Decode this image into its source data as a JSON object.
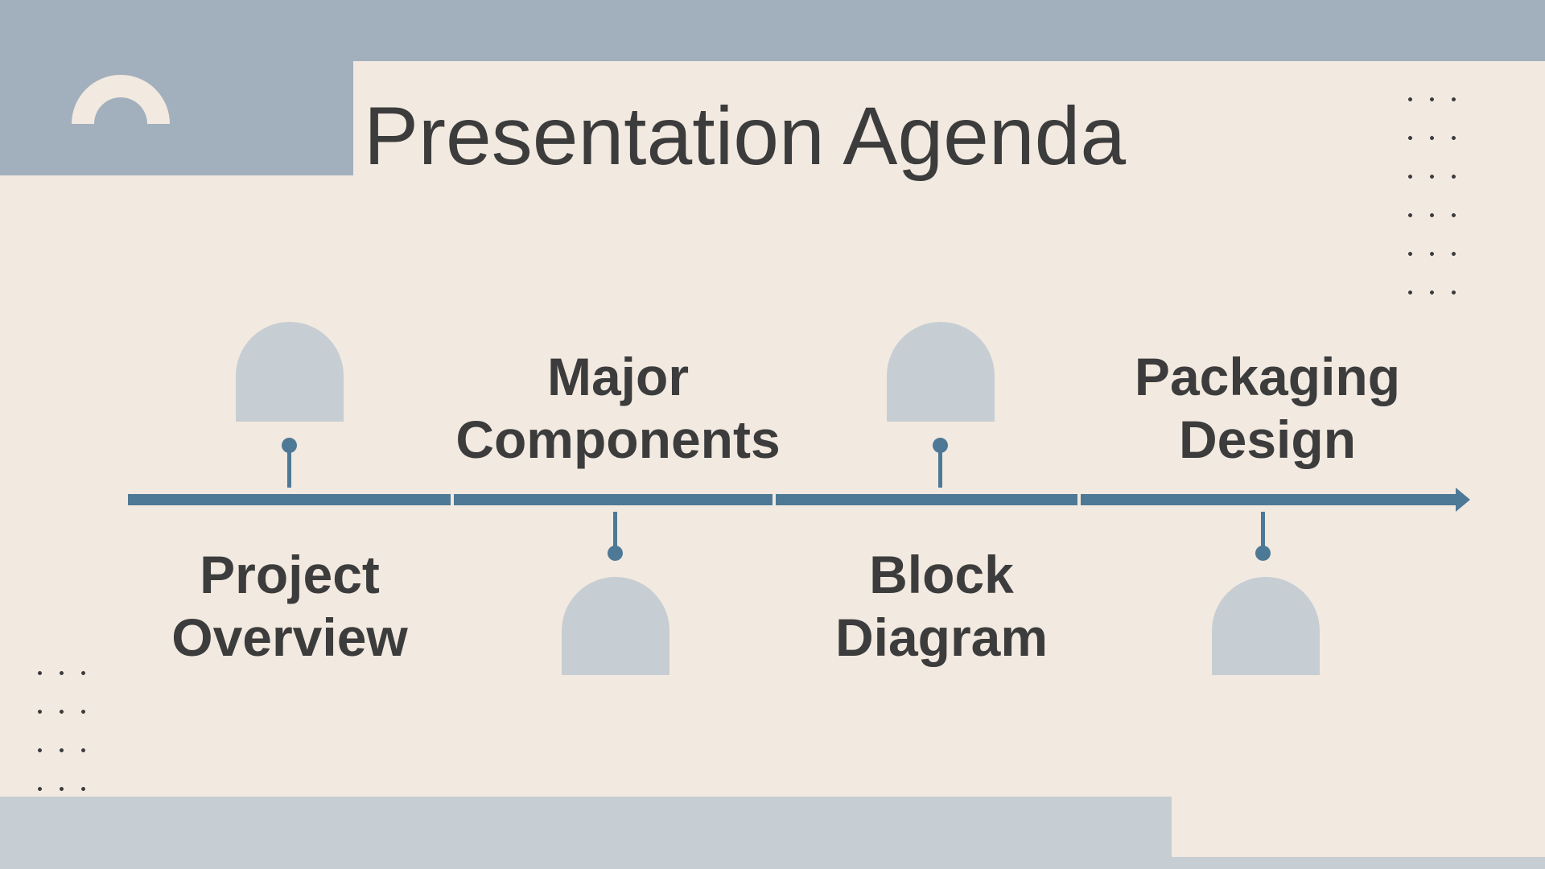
{
  "slide": {
    "title": "Presentation Agenda"
  },
  "agenda": {
    "items": [
      {
        "label": "Project Overview",
        "lines": [
          "Project",
          "Overview"
        ],
        "label_position": "below-timeline"
      },
      {
        "label": "Major Components",
        "lines": [
          "Major",
          "Components"
        ],
        "label_position": "above-timeline"
      },
      {
        "label": "Block Diagram",
        "lines": [
          "Block",
          "Diagram"
        ],
        "label_position": "below-timeline"
      },
      {
        "label": "Packaging Design",
        "lines": [
          "Packaging",
          "Design"
        ],
        "label_position": "above-timeline"
      }
    ]
  },
  "decor": {
    "arch_icon": "half-ring-arch",
    "dome_icon": "dome-arch-marker",
    "dots_icon": "dot-grid-3x6",
    "arrow_icon": "arrow-right"
  },
  "colors": {
    "background": "#f2e9e0",
    "header_band": "#a2b0bd",
    "shape_light": "#c6ced3",
    "timeline": "#4e7996",
    "text": "#3c3c3c"
  }
}
